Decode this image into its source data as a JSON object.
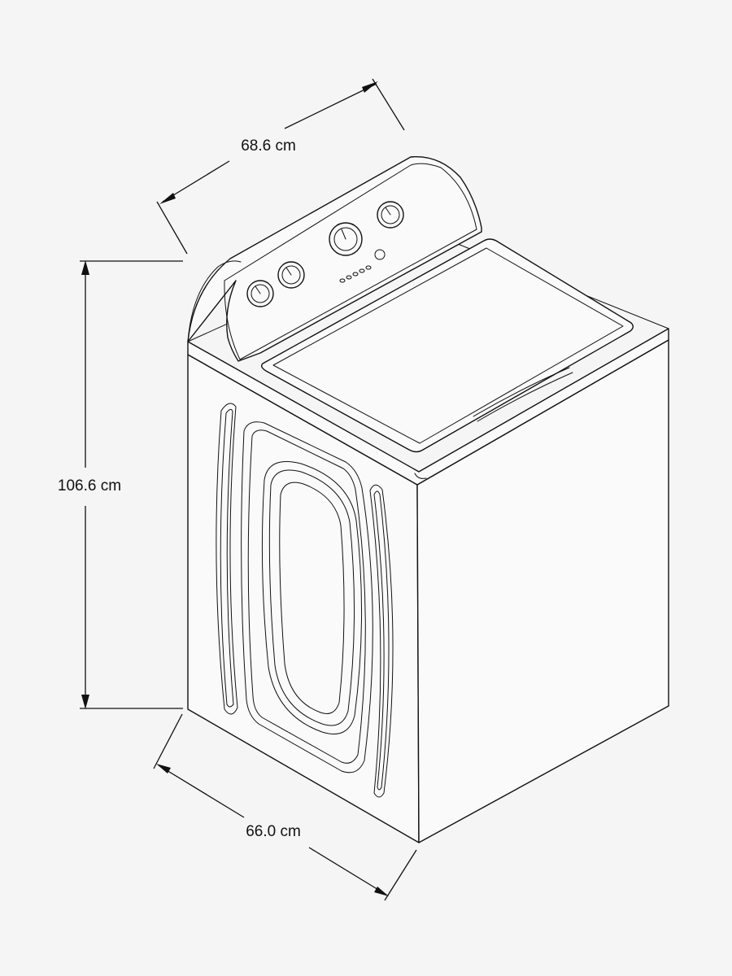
{
  "dimensions": {
    "depth": "68.6 cm",
    "height": "106.6 cm",
    "width": "66.0 cm"
  }
}
